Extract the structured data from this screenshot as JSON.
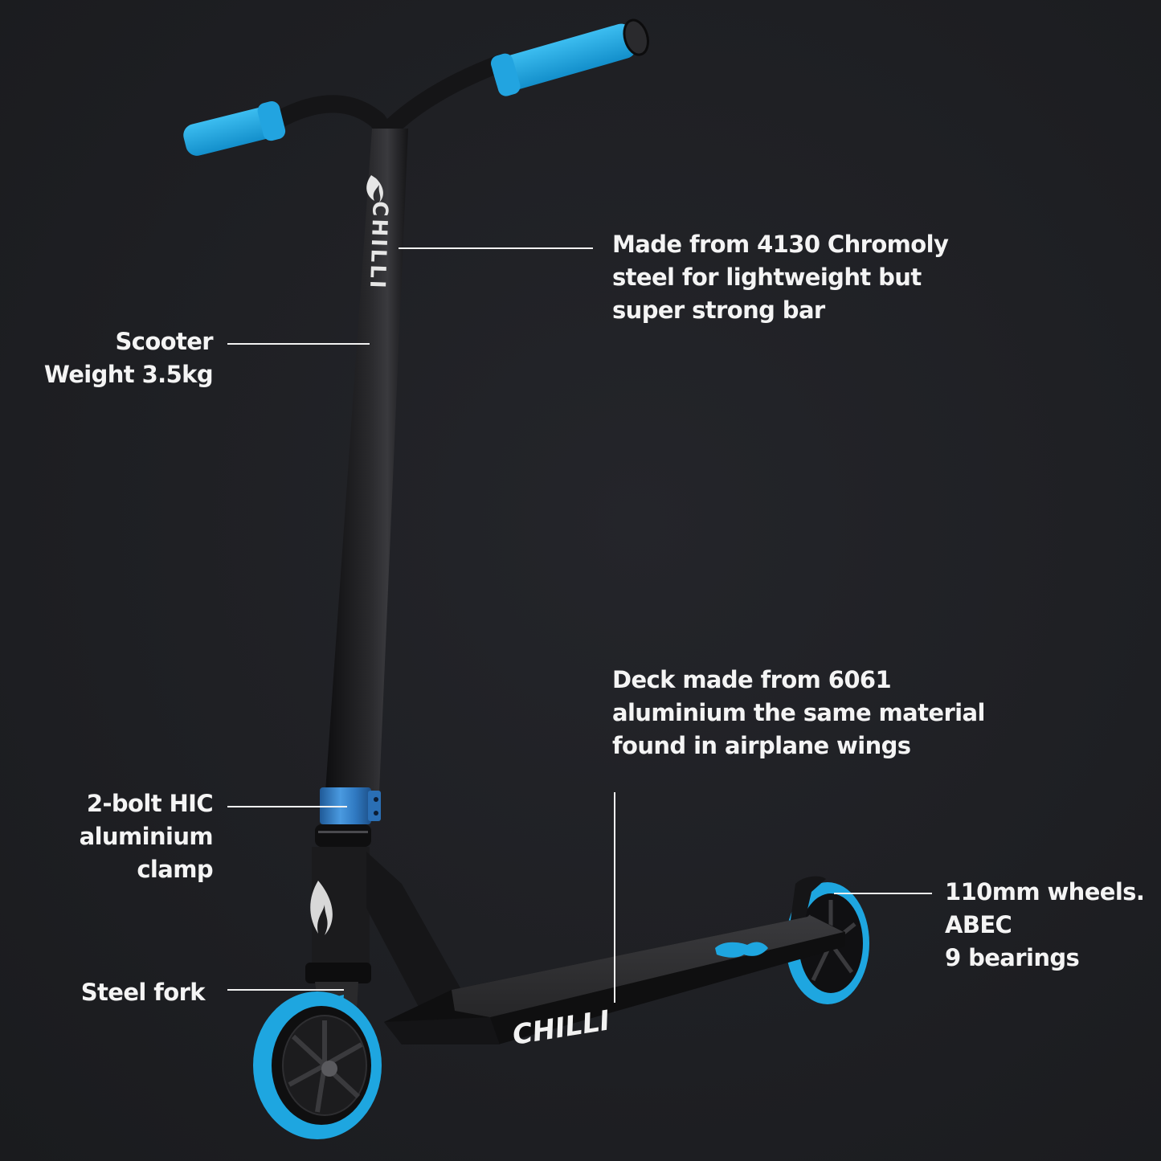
{
  "product": {
    "brand": "CHILLI",
    "type": "stunt scooter",
    "colors": {
      "background": "#1f2024",
      "frame": "#151517",
      "accent_blue": "#1ea6e0",
      "clamp_blue": "#2f78c0",
      "text": "#f4f4f4"
    }
  },
  "callouts": {
    "bar": {
      "lines": [
        "Made from 4130 Chromoly",
        "steel for lightweight but",
        "super strong bar"
      ]
    },
    "weight": {
      "lines": [
        "Scooter",
        "Weight 3.5kg"
      ]
    },
    "deck": {
      "lines": [
        "Deck made from 6061",
        "aluminium the same material",
        "found in airplane wings"
      ]
    },
    "clamp": {
      "lines": [
        "2-bolt HIC",
        "aluminium",
        "clamp"
      ]
    },
    "fork": {
      "lines": [
        "Steel fork"
      ]
    },
    "wheels": {
      "lines": [
        "110mm wheels.",
        "ABEC",
        "9 bearings"
      ]
    }
  },
  "logos": {
    "bar_logo": "CHILLI",
    "deck_logo": "CHILLI"
  }
}
